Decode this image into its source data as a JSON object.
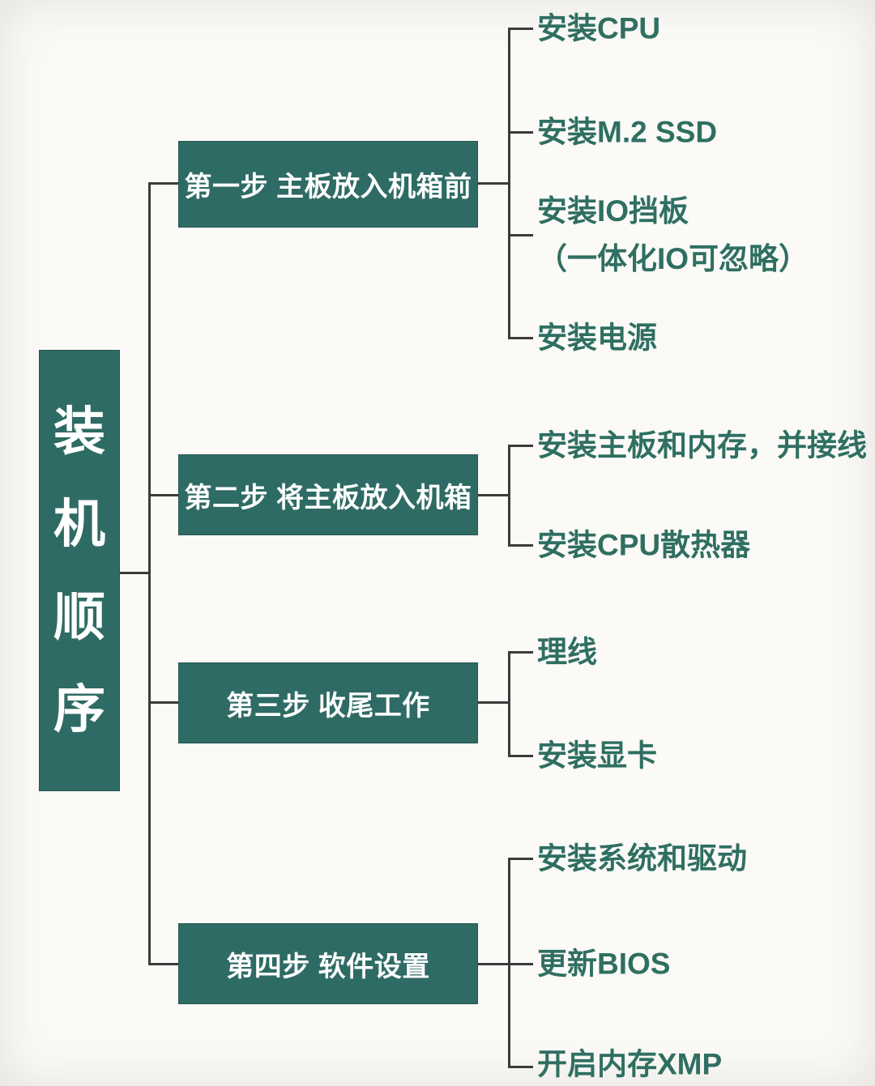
{
  "diagram_title": "装机顺序",
  "root": {
    "label": "装机顺序",
    "chars": [
      "装",
      "机",
      "顺",
      "序"
    ]
  },
  "colors": {
    "node_fill": "#2e6b64",
    "node_text": "#ffffff",
    "leaf_text": "#2f6f62",
    "line": "#3b3b3b",
    "background": "#fbfaf7"
  },
  "steps": [
    {
      "label": "第一步 主板放入机箱前",
      "children": [
        {
          "label": "安装CPU"
        },
        {
          "label": "安装M.2 SSD"
        },
        {
          "label": "安装IO挡板",
          "sublabel": "（一体化IO可忽略）"
        },
        {
          "label": "安装电源"
        }
      ]
    },
    {
      "label": "第二步 将主板放入机箱",
      "children": [
        {
          "label": "安装主板和内存，并接线"
        },
        {
          "label": "安装CPU散热器"
        }
      ]
    },
    {
      "label": "第三步 收尾工作",
      "children": [
        {
          "label": "理线"
        },
        {
          "label": "安装显卡"
        }
      ]
    },
    {
      "label": "第四步 软件设置",
      "children": [
        {
          "label": "安装系统和驱动"
        },
        {
          "label": "更新BIOS"
        },
        {
          "label": "开启内存XMP"
        }
      ]
    }
  ]
}
